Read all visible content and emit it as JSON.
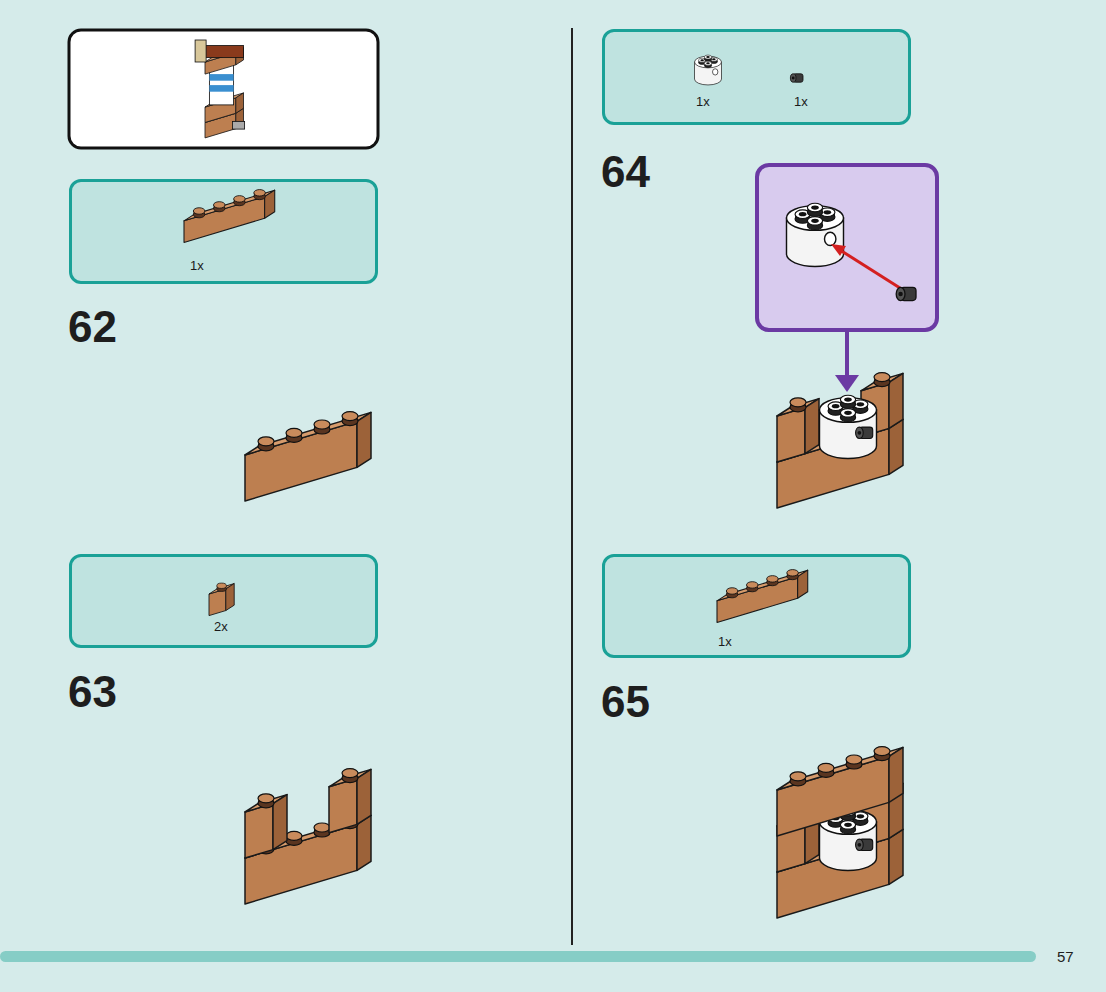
{
  "diagram": {
    "nodes": [
      {
        "text": [
          "1x"
        ]
      },
      {
        "text": [
          "2x"
        ]
      },
      {
        "text": [
          "1x",
          "1x"
        ]
      },
      {
        "text": [
          "1x"
        ]
      }
    ],
    "labels": [
      "62",
      "63",
      "64",
      "65",
      "57"
    ]
  }
}
